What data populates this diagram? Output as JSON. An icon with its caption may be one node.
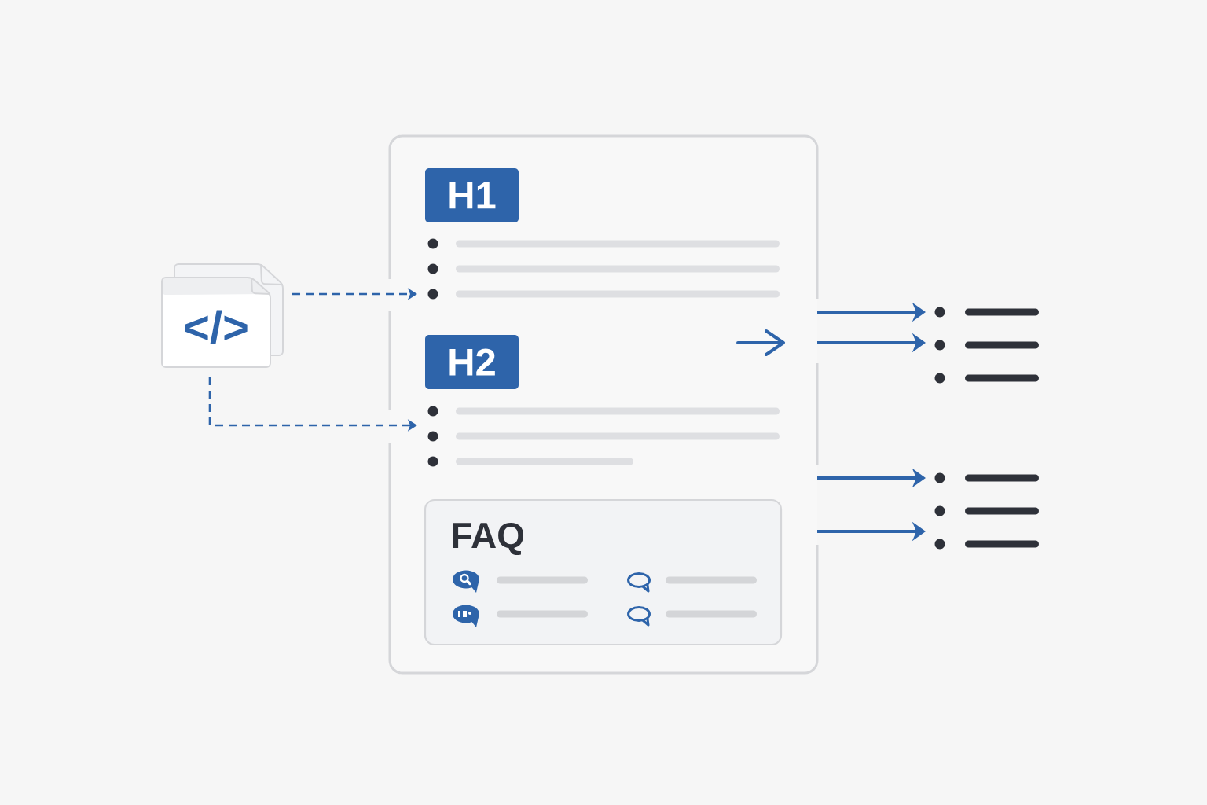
{
  "diagram": {
    "nodes": [
      {
        "text": [
          "</>"
        ]
      },
      {
        "text": [],
        "shape": "box"
      },
      {
        "text": [
          "H1"
        ],
        "in": 1
      },
      {
        "text": [],
        "shape": "list",
        "in": 1
      },
      {
        "text": [
          "H2"
        ],
        "in": 1
      },
      {
        "text": [],
        "shape": "list",
        "in": 1
      },
      {
        "text": [
          "FAQ"
        ],
        "in": 1
      },
      {
        "text": [],
        "shape": "list"
      },
      {
        "text": [],
        "shape": "list"
      }
    ],
    "edges": [
      {
        "from": 0,
        "to": 3,
        "arrow": "to",
        "style": "dashed"
      },
      {
        "from": 0,
        "to": 5,
        "arrow": "to",
        "style": "dashed"
      },
      {
        "from": 1,
        "to": 7,
        "arrow": "to"
      },
      {
        "from": 1,
        "to": 7,
        "arrow": "to"
      },
      {
        "from": 1,
        "to": 8,
        "arrow": "to"
      },
      {
        "from": 1,
        "to": 8,
        "arrow": "to"
      }
    ]
  }
}
